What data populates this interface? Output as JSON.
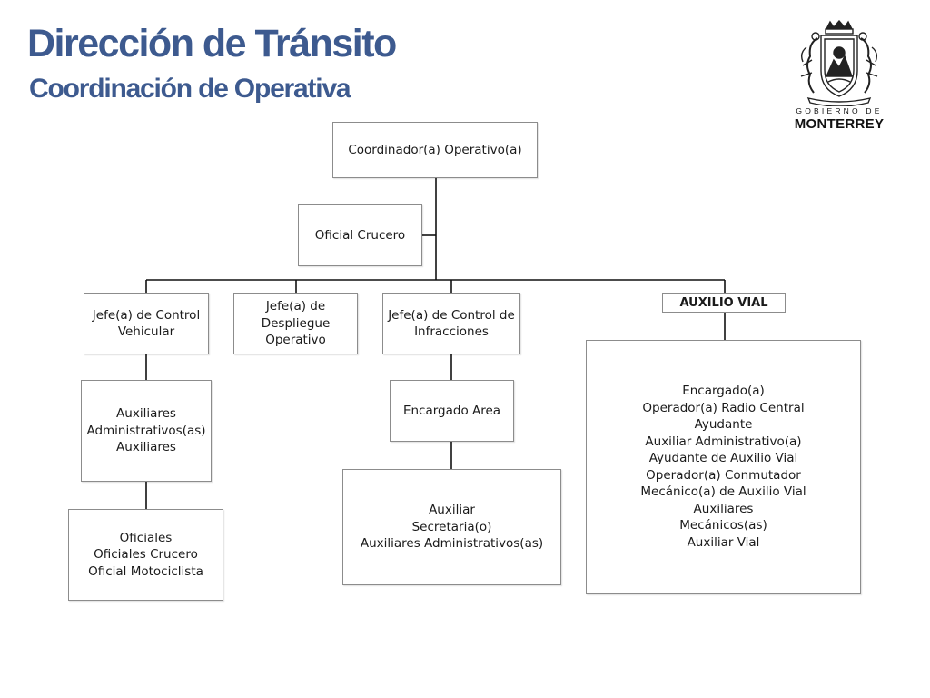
{
  "header": {
    "title": "Dirección de Tránsito",
    "subtitle": "Coordinación de Operativa"
  },
  "colors": {
    "title": "#3d5a8f",
    "box_border": "#8c8c8c",
    "connector": "#111111"
  },
  "logo": {
    "small_text": "GOBIERNO DE",
    "big_text": "MONTERREY",
    "icon": "coat-of-arms-icon"
  },
  "org": {
    "coordinator": {
      "lines": [
        "Coordinador(a) Operativo(a)"
      ]
    },
    "staff": {
      "lines": [
        "Oficial Crucero"
      ]
    },
    "vehicular": {
      "lines": [
        "Jefe(a) de Control",
        "Vehicular"
      ]
    },
    "vehicular_aux": {
      "lines": [
        "Auxiliares",
        "Administrativos(as)",
        "Auxiliares"
      ]
    },
    "vehicular_officers": {
      "lines": [
        "Oficiales",
        "Oficiales Crucero",
        "Oficial Motociclista"
      ]
    },
    "deployment": {
      "lines": [
        "Jefe(a) de",
        "Despliegue",
        "Operativo"
      ]
    },
    "infractions": {
      "lines": [
        "Jefe(a) de Control de",
        "Infracciones"
      ]
    },
    "area_manager": {
      "lines": [
        "Encargado Area"
      ]
    },
    "infractions_staff": {
      "lines": [
        "Auxiliar",
        "Secretaria(o)",
        "Auxiliares Administrativos(as)"
      ]
    },
    "auxilio_vial": {
      "label": "AUXILIO VIAL"
    },
    "auxilio_staff": {
      "lines": [
        "Encargado(a)",
        "Operador(a) Radio Central",
        "Ayudante",
        "Auxiliar Administrativo(a)",
        "Ayudante de Auxilio Vial",
        "Operador(a) Conmutador",
        "Mecánico(a) de Auxilio Vial",
        "Auxiliares",
        "Mecánicos(as)",
        "Auxiliar Vial"
      ]
    }
  }
}
